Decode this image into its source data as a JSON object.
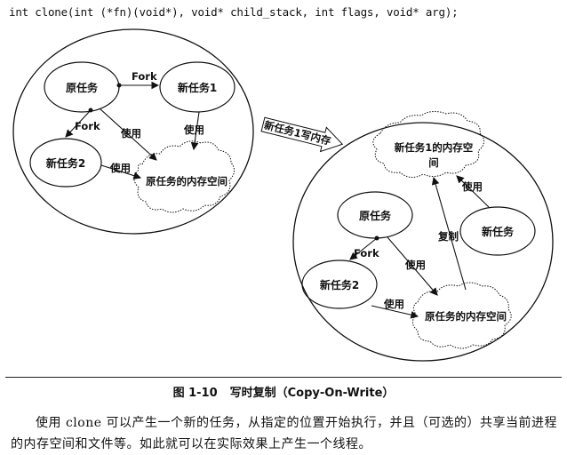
{
  "code_line": "int clone(int (*fn)(void*), void* child_stack, int flags, void* arg);",
  "left_diagram": {
    "original_task": "原任务",
    "new_task_1": "新任务1",
    "new_task_2": "新任务2",
    "fork_1": "Fork",
    "fork_2": "Fork",
    "use_1": "使用",
    "use_2": "使用",
    "use_3": "使用",
    "memory": "原任务的内存空间"
  },
  "transition_label": "新任务1写内存",
  "right_diagram": {
    "original_task": "原任务",
    "new_task_2": "新任务2",
    "new_task": "新任务",
    "fork": "Fork",
    "use_1": "使用",
    "use_2": "使用",
    "use_3": "使用",
    "copy": "复制",
    "new_memory_line1": "新任务1的内存空",
    "new_memory_line2": "间",
    "memory": "原任务的内存空间"
  },
  "caption": {
    "number": "图 1-10",
    "title": "写时复制（Copy-On-Write）"
  },
  "paragraph": "使用 clone 可以产生一个新的任务，从指定的位置开始执行，并且（可选的）共享当前进程的内存空间和文件等。如此就可以在实际效果上产生一个线程。"
}
